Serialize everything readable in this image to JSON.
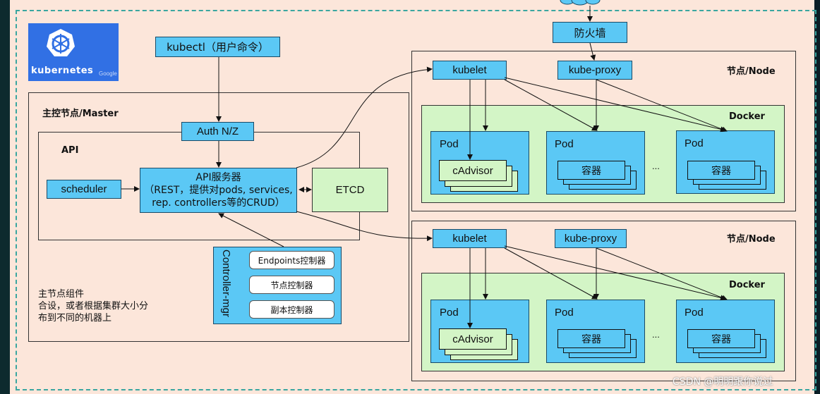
{
  "logo": {
    "name": "kubernetes",
    "sub": "Google"
  },
  "kubectl": "kubectl（用户命令）",
  "firewall": "防火墙",
  "master": {
    "title": "主控节点/Master",
    "auth": "Auth N/Z",
    "api_title": "API",
    "scheduler": "scheduler",
    "api_server_lines": [
      "API服务器",
      "（REST，提供对pods, services,",
      "rep. controllers等的CRUD）"
    ],
    "etcd": "ETCD",
    "controller_mgr": "Controller-mgr",
    "controllers": [
      "Endpoints控制器",
      "节点控制器",
      "副本控制器"
    ],
    "note_lines": [
      "主节点组件",
      "合设，或者根据集群大小分",
      "布到不同的机器上"
    ]
  },
  "node1": {
    "title": "节点/Node",
    "kubelet": "kubelet",
    "kube_proxy": "kube-proxy",
    "docker": "Docker",
    "pod_label": "Pod",
    "cadvisor": "cAdvisor",
    "container": "容器",
    "ellipsis": "..."
  },
  "node2": {
    "title": "节点/Node",
    "kubelet": "kubelet",
    "kube_proxy": "kube-proxy",
    "docker": "Docker",
    "pod_label": "Pod",
    "cadvisor": "cAdvisor",
    "container": "容器",
    "ellipsis": "..."
  },
  "watermark": "CSDN @明明跟你说过",
  "colors": {
    "box_blue": "#5bc8f5",
    "box_green": "#d3f5c6",
    "background": "#fce6da",
    "logo_blue": "#3170e4"
  }
}
